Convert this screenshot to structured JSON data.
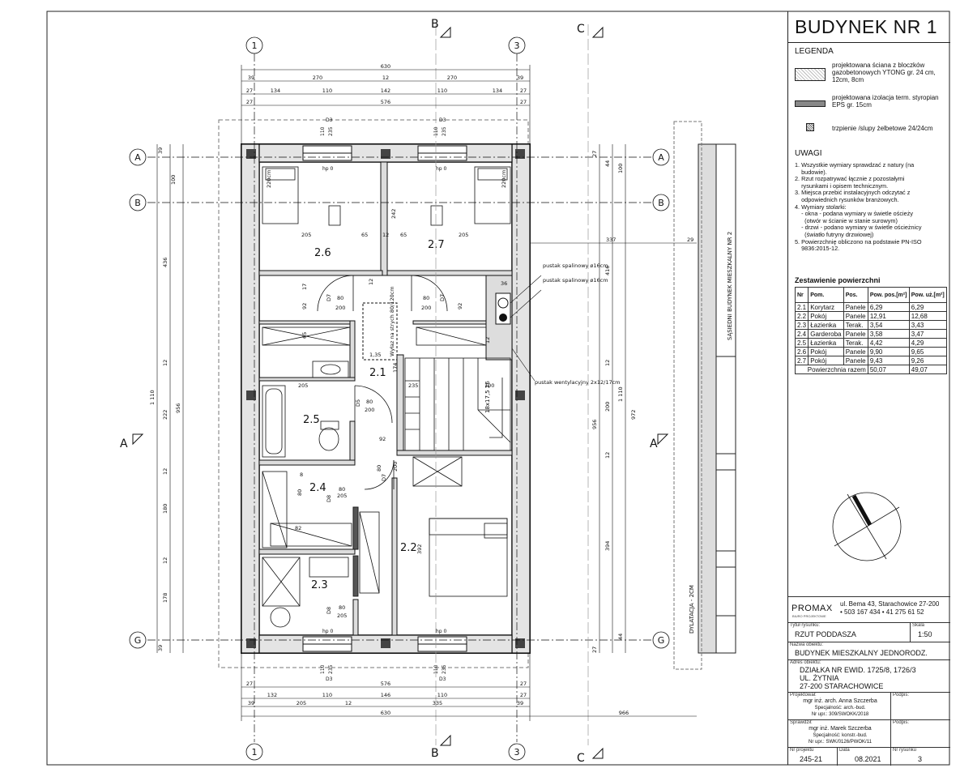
{
  "title": "BUDYNEK NR 1",
  "legend": {
    "heading": "LEGENDA",
    "items": [
      "projektowana ściana z bloczków gazobetonowych YTONG gr. 24 cm, 12cm, 8cm",
      "projektowana izolacja term. styropian EPS gr. 15cm",
      "trzpienie /slupy żelbetowe 24/24cm"
    ]
  },
  "notes": {
    "heading": "UWAGI",
    "items": [
      "1. Wszystkie wymiary sprawdzać z natury (na\n    budowie).",
      "2. Rzut rozpatrywać łącznie z pozostałymi\n    rysunkami i opisem technicznym.",
      "3. Miejsca przebić instalacyjnych odczytać z\n    odpowiednich rysunków branżowych.",
      "4. Wymiary stolarki:\n    - okna - podana wymiary w świetle ościeży\n      (otwór w ścianie w stanie surowym)\n    - drzwi - podano wymiary w świetle ościeżnicy\n      (światło futryny drzwiowej)",
      "5. Powierzchnię obliczono na podstawie PN-ISO\n    9836:2015-12."
    ]
  },
  "surfaces": {
    "heading": "Zestawienie powierzchni",
    "columns": [
      "Nr",
      "Pom.",
      "Pos.",
      "Pow. pos.[m²]",
      "Pow. uż.[m²]"
    ],
    "rows": [
      [
        "2.1",
        "Korytarz",
        "Panele",
        "6,29",
        "6,29"
      ],
      [
        "2.2",
        "Pokój",
        "Panele",
        "12,91",
        "12,68"
      ],
      [
        "2.3",
        "Łazienka",
        "Terak.",
        "3,54",
        "3,43"
      ],
      [
        "2.4",
        "Garderoba",
        "Panele",
        "3,58",
        "3,47"
      ],
      [
        "2.5",
        "Łazienka",
        "Terak.",
        "4,42",
        "4,29"
      ],
      [
        "2.6",
        "Pokój",
        "Panele",
        "9,90",
        "9,65"
      ],
      [
        "2.7",
        "Pokój",
        "Panele",
        "9,43",
        "9,26"
      ]
    ],
    "total_label": "Powierzchnia razem",
    "total_pos": "50,07",
    "total_uz": "49,07"
  },
  "title_block": {
    "logo": "PROMAX",
    "logo_sub": "BIURO PROJEKTOWE",
    "address": "ul. Bema 43, Starachowice 27-200",
    "phone": "• 503 167 434   • 41 275 61 52",
    "drawing_title_caption": "Tytuł rysunku:",
    "drawing_title": "RZUT PODDASZA",
    "scale_caption": "Skala",
    "scale": "1:50",
    "object_caption": "Nazwa obiektu:",
    "object": "BUDYNEK MIESZKALNY JEDNORODZ.",
    "address_caption": "Adres obiektu:",
    "object_address": [
      "DZIAŁKA NR EWID. 1725/8, 1726/3",
      "UL. ŻYTNIA",
      "27-200 STARACHOWICE"
    ],
    "designer_caption": "Projektował:",
    "designer": [
      "mgr inż. arch. Anna Szczerba",
      "Specjalność: arch.-bud.",
      "Nr upr.: 309/SWOKK/2018"
    ],
    "sign_caption": "Podpis:",
    "checker_caption": "Sprawdził:",
    "checker": [
      "mgr inż. Marek Szczerba",
      "Specjalność: konstr.-bud.",
      "Nr upr.: SWK/0126/PWOK/11"
    ],
    "project_no_caption": "Nr projektu",
    "project_no": "245-21",
    "date_caption": "Data",
    "date": "08.2021",
    "sheet_no_caption": "Nr rysunku",
    "sheet_no": "3"
  },
  "plan": {
    "axes": {
      "one": "1",
      "three": "3",
      "A": "A",
      "B": "B",
      "G": "G",
      "B_section": "B",
      "C_section": "C",
      "A_section": "A"
    },
    "rooms": {
      "r21": "2.1",
      "r22": "2.2",
      "r23": "2.3",
      "r24": "2.4",
      "r25": "2.5",
      "r26": "2.6",
      "r27": "2.7"
    },
    "neighbor": "SĄSIEDNI BUDYNEK MIESZKALNY NR 2",
    "dilatation": "DYLATACJA - 2CM",
    "attic_exit": "Wyłaz na strych 80/120cm",
    "flue1": "pustak spalinowy ø16cm",
    "flue2": "pustak spalinowy ø16cm",
    "vent": "pustak wentylacyjny 2x12/17cm",
    "stairs": "18x17,5 26",
    "dims_top": {
      "d630": "630",
      "d39a": "39",
      "d270a": "270",
      "d12a": "12",
      "d270b": "270",
      "d39b": "39",
      "d27a": "27",
      "d134a": "134",
      "d110a": "110",
      "d142": "142",
      "d110b": "110",
      "d134b": "134",
      "d27b": "27",
      "d576": "576",
      "d27c": "27",
      "d27d": "27"
    },
    "dims_bottom": {
      "d576": "576",
      "d27a": "27",
      "d27b": "27",
      "d132": "132",
      "d110a": "110",
      "d146": "146",
      "d110b": "110",
      "d27c": "27",
      "d39a": "39",
      "d205": "205",
      "d12": "12",
      "d335": "335",
      "d39b": "39",
      "d630": "630",
      "d966": "966"
    },
    "dims_left": {
      "d39a": "39",
      "d100": "100",
      "d436": "436",
      "d12a": "12",
      "d222": "222",
      "d956": "956",
      "d1110": "1 110",
      "d12b": "12",
      "d180": "180",
      "d12c": "12",
      "d178": "178",
      "d39b": "39"
    },
    "dims_right": {
      "d27a": "27",
      "d100": "100",
      "d44a": "44",
      "d416": "416",
      "d956": "956",
      "d200": "200",
      "d1110": "1 110",
      "d972": "972",
      "d12a": "12",
      "d12b": "12",
      "d394": "394",
      "d44b": "44",
      "d27b": "27",
      "d337": "337",
      "d29": "29"
    },
    "windows": {
      "w1": "110",
      "w1b": "235",
      "w1c": "D3",
      "w2": "110",
      "w2b": "235",
      "w2c": "D3",
      "w3": "110",
      "w3b": "235",
      "w3c": "D3",
      "w4": "110",
      "w4b": "235",
      "w4c": "D3"
    },
    "hp": "hp 0",
    "door": {
      "d7": "D7",
      "d5": "D5",
      "d8": "D8",
      "w80": "80",
      "h200": "200",
      "h205": "205"
    },
    "inner": {
      "i205a": "205",
      "i65a": "65",
      "i12a": "12",
      "i65b": "65",
      "i205b": "205",
      "i242": "242",
      "i220a": "220cm",
      "i220b": "220cm",
      "i17a": "17",
      "i92a": "92",
      "i65c": "65",
      "i12b": "12",
      "i92b": "92",
      "i135": "1,35",
      "i174": "174",
      "i235": "235",
      "i100": "100",
      "i205c": "205",
      "i36": "36",
      "i92c": "92",
      "i80": "80",
      "i82": "82",
      "i392": "392",
      "i8a": "8",
      "i12c": "12"
    }
  }
}
